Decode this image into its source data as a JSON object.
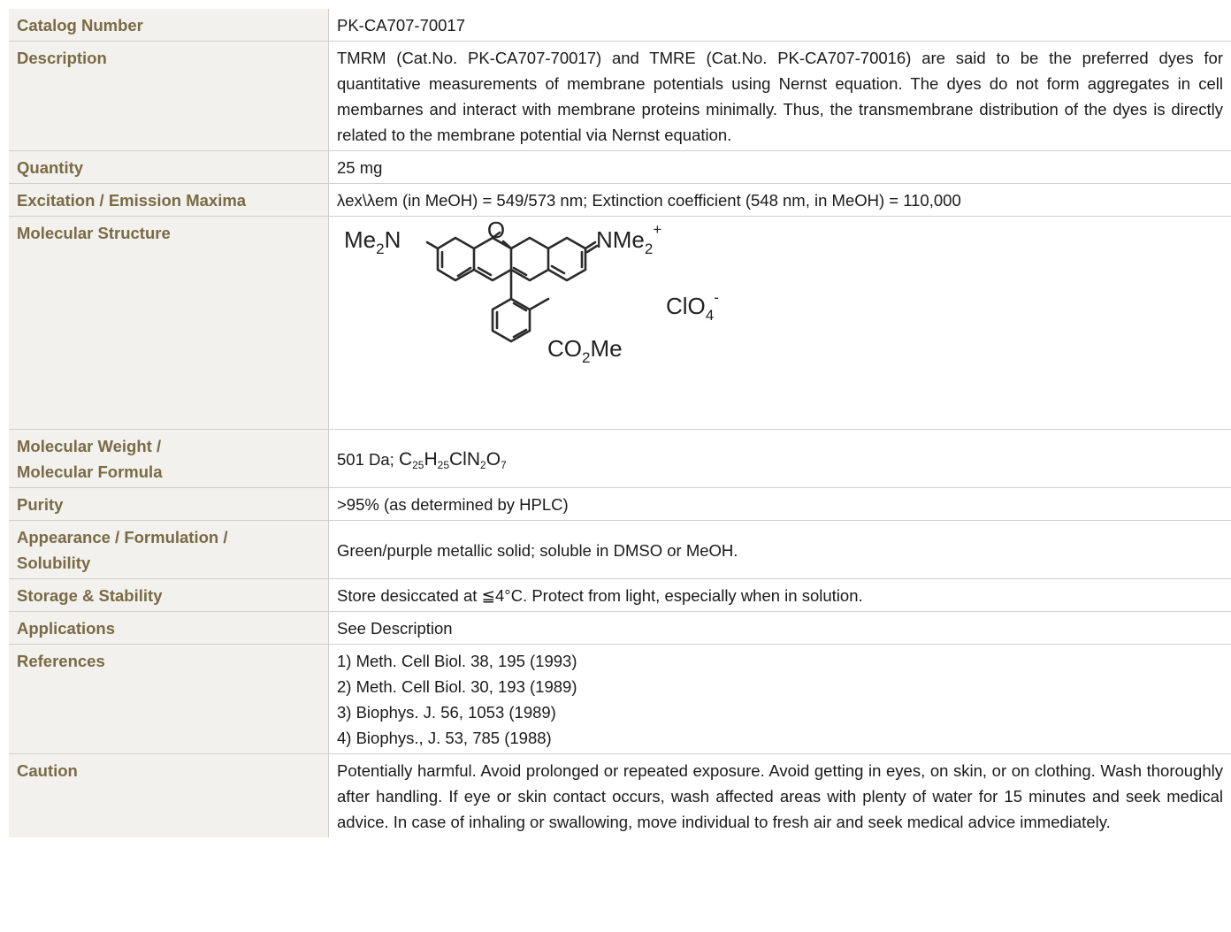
{
  "rows": {
    "catalog": {
      "label": "Catalog Number",
      "value": "PK-CA707-70017"
    },
    "description": {
      "label": "Description",
      "value": "TMRM (Cat.No. PK-CA707-70017) and TMRE (Cat.No. PK-CA707-70016) are said to be the preferred dyes for quantitative measurements of membrane potentials using Nernst equation. The dyes do not form aggregates in cell membarnes and interact with membrane proteins minimally. Thus, the transmembrane distribution of the dyes is directly related to the membrane potential via Nernst equation."
    },
    "quantity": {
      "label": "Quantity",
      "value": "25 mg"
    },
    "excitation": {
      "label": "Excitation / Emission Maxima",
      "value": "λex\\λem (in MeOH) = 549/573 nm; Extinction coefficient (548 nm, in MeOH) = 110,000"
    },
    "structure": {
      "label": "Molecular Structure",
      "labels": {
        "left_amine": "Me",
        "left_amine_sub": "2",
        "left_amine_tail": "N",
        "oxygen": "O",
        "right_amine": "NMe",
        "right_amine_sub": "2",
        "right_charge": "+",
        "counterion": "ClO",
        "counterion_sub": "4",
        "counterion_charge": "-",
        "ester": "CO",
        "ester_sub": "2",
        "ester_tail": "Me"
      }
    },
    "weight": {
      "label_line1": "Molecular Weight /",
      "label_line2": "Molecular Formula",
      "prefix": "501 Da; ",
      "f_c": "C",
      "f_c_n": "25",
      "f_h": "H",
      "f_h_n": "25",
      "f_cln": "ClN",
      "f_n_n": "2",
      "f_o": "O",
      "f_o_n": "7"
    },
    "purity": {
      "label": "Purity",
      "value": ">95% (as determined by HPLC)"
    },
    "appearance": {
      "label_line1": "Appearance / Formulation /",
      "label_line2": "Solubility",
      "value": "Green/purple metallic solid; soluble in DMSO or MeOH."
    },
    "storage": {
      "label": "Storage & Stability",
      "value": "Store desiccated at ≦4°C. Protect from light, especially when in solution."
    },
    "applications": {
      "label": "Applications",
      "value": "See Description"
    },
    "references": {
      "label": "References",
      "items": [
        "1) Meth. Cell Biol. 38, 195 (1993)",
        "2) Meth. Cell Biol. 30, 193 (1989)",
        "3) Biophys. J. 56, 1053 (1989)",
        "4) Biophys., J. 53, 785 (1988)"
      ]
    },
    "caution": {
      "label": "Caution",
      "value": "Potentially harmful. Avoid prolonged or repeated exposure. Avoid getting in eyes, on skin, or on clothing. Wash thoroughly after handling. If eye or skin contact occurs, wash affected areas with plenty of water for 15 minutes and seek medical advice. In case of inhaling or swallowing, move individual to fresh air and seek medical advice immediately."
    }
  }
}
